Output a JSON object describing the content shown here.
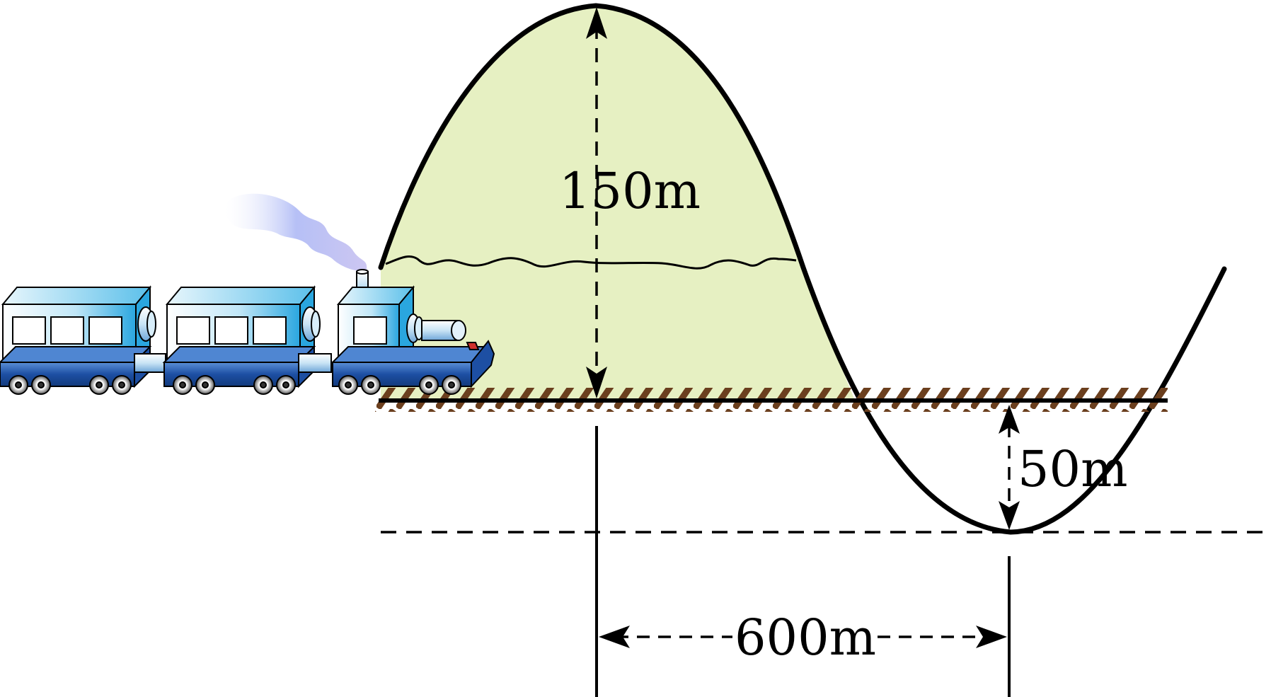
{
  "labels": {
    "height_label": "150m",
    "depth_label": "50m",
    "width_label": "600m"
  },
  "colors": {
    "hill_fill": "#e6f0c2",
    "outline": "#000000",
    "rail_ties": "#6b3f1e",
    "car_body": "#3aaee0",
    "car_base": "#1b4fa0",
    "smoke": "#a9b8f0"
  },
  "icons": {
    "train": "steam-train-icon",
    "smoke": "smoke-icon"
  }
}
